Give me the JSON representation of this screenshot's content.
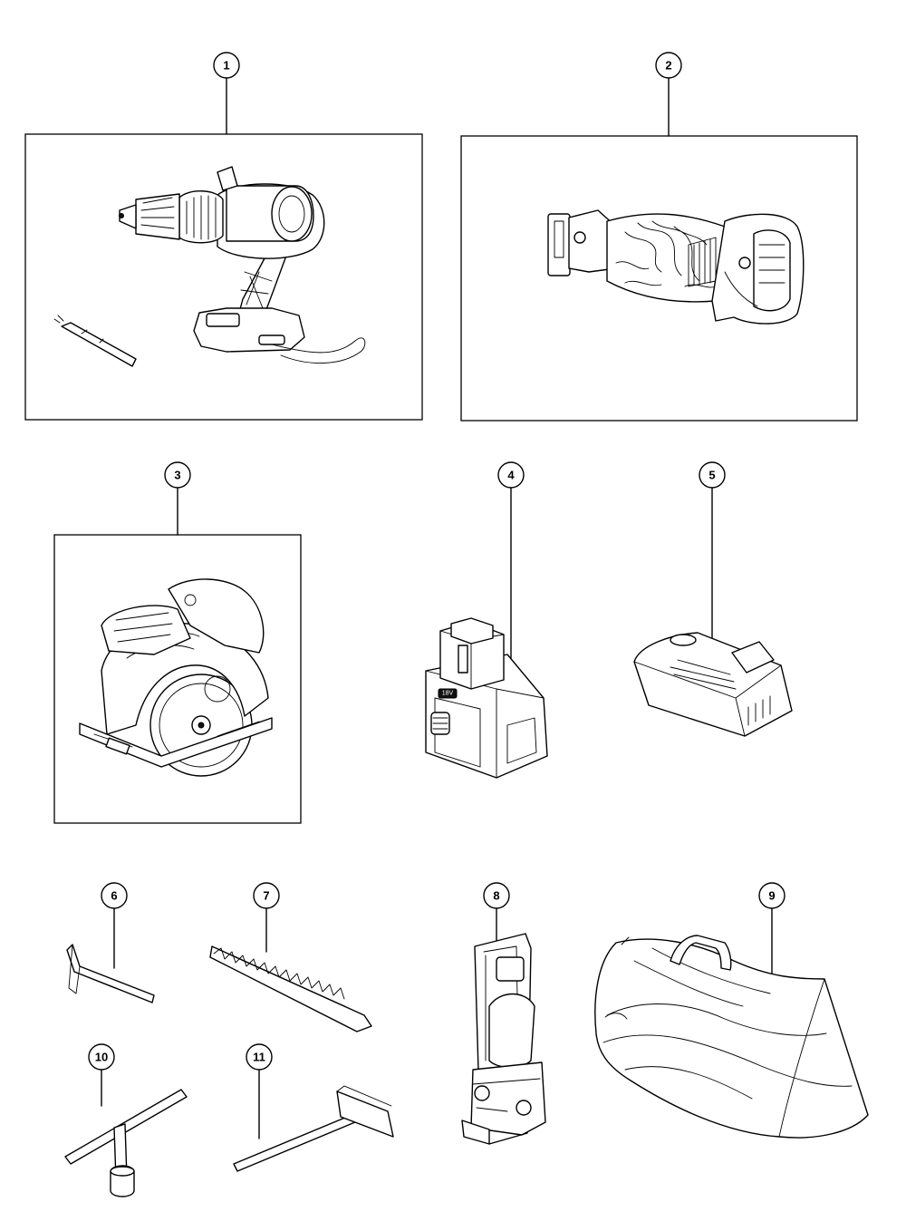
{
  "callouts": {
    "c1": "1",
    "c2": "2",
    "c3": "3",
    "c4": "4",
    "c5": "5",
    "c6": "6",
    "c7": "7",
    "c8": "8",
    "c9": "9",
    "c10": "10",
    "c11": "11"
  },
  "badge_text": "18V",
  "colors": {
    "line": "#000000",
    "background": "#ffffff"
  }
}
